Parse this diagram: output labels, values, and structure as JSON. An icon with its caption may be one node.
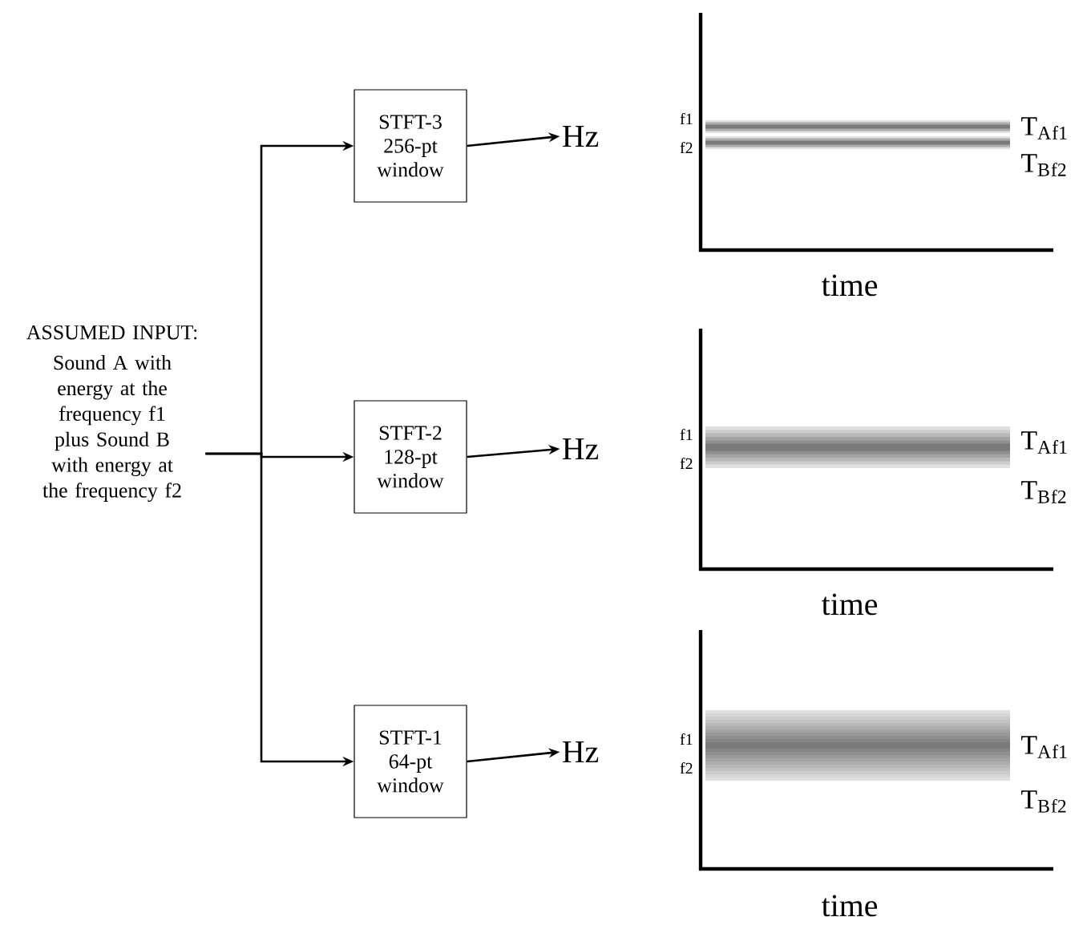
{
  "diagram": {
    "nodes": [
      {
        "text": [
          "ASSUMED INPUT:",
          "Sound A with energy at the frequency f1 plus Sound B with energy at the frequency f2"
        ]
      },
      {
        "text": [
          "STFT-3 256-pt window"
        ]
      },
      {
        "text": [
          "STFT-2 128-pt window"
        ]
      },
      {
        "text": [
          "STFT-1 64-pt window"
        ]
      },
      {
        "text": [
          "Hz"
        ]
      },
      {
        "text": [
          "Hz"
        ]
      },
      {
        "text": [
          "Hz"
        ]
      }
    ],
    "edges": [
      {
        "from": 0,
        "to": 1,
        "arrow": "to"
      },
      {
        "from": 0,
        "to": 2,
        "arrow": "to"
      },
      {
        "from": 0,
        "to": 3,
        "arrow": "to"
      },
      {
        "from": 1,
        "to": 4,
        "arrow": "to"
      },
      {
        "from": 2,
        "to": 5,
        "arrow": "to"
      },
      {
        "from": 3,
        "to": 6,
        "arrow": "to"
      }
    ],
    "labels": [
      "f1",
      "f2",
      "T$_{A}$$_{f1}$",
      "T$_{B}$$_{f2}$",
      "time",
      "f1",
      "f2",
      "T$_{A}$$_{f1}$",
      "T$_{B}$$_{f2}$",
      "time",
      "f1",
      "f2",
      "T$_{A}$$_{f1}$",
      "T$_{B}$$_{f2}$",
      "time"
    ]
  }
}
